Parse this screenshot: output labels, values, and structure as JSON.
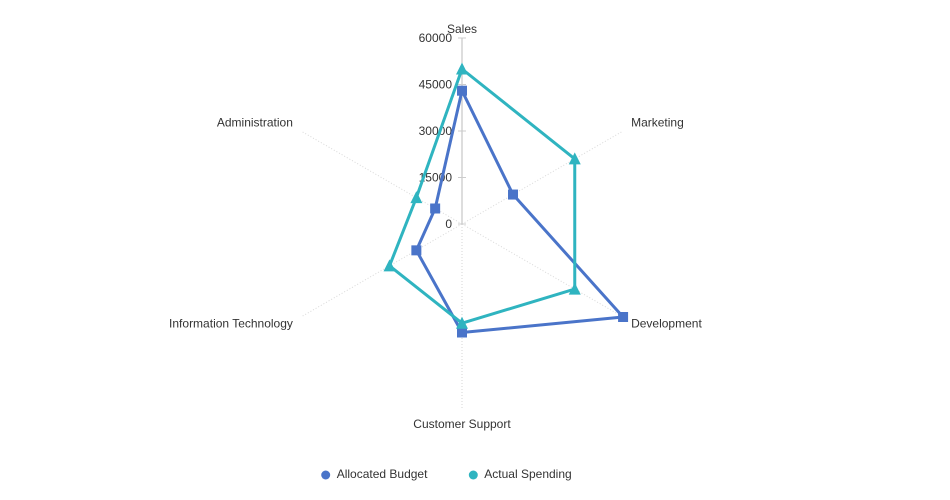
{
  "chart_data": {
    "type": "radar",
    "categories": [
      "Sales",
      "Marketing",
      "Development",
      "Customer Support",
      "Information Technology",
      "Administration"
    ],
    "rlim": [
      0,
      60000
    ],
    "ticks": [
      0,
      15000,
      30000,
      45000,
      60000
    ],
    "tick_labels": [
      "0",
      "15000",
      "30000",
      "45000",
      "60000"
    ],
    "series": [
      {
        "name": "Allocated Budget",
        "values": [
          43000,
          19000,
          60000,
          35000,
          17000,
          10000
        ],
        "color": "#4a74c9",
        "marker": "square"
      },
      {
        "name": "Actual Spending",
        "values": [
          50000,
          42000,
          42000,
          32000,
          27000,
          17000
        ],
        "color": "#2fb4c0",
        "marker": "triangle"
      }
    ],
    "legend_position": "bottom",
    "grid": true
  }
}
